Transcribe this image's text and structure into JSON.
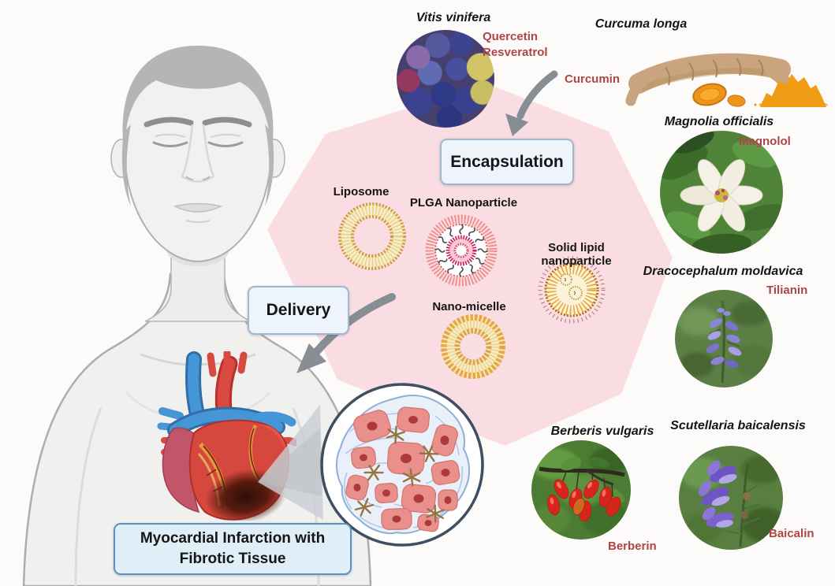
{
  "figure": {
    "process": {
      "encapsulation": "Encapsulation",
      "delivery": "Delivery",
      "outcome": "Myocardial Infarction with\nFibrotic Tissue"
    },
    "nanocarriers": [
      {
        "label": "Liposome"
      },
      {
        "label": "PLGA Nanoparticle"
      },
      {
        "label": "Solid lipid nanoparticle"
      },
      {
        "label": "Nano-micelle"
      }
    ],
    "plants": [
      {
        "species": "Vitis vinifera",
        "compound": "Quercetin\nResveratrol"
      },
      {
        "species": "Curcuma longa",
        "compound": "Curcumin"
      },
      {
        "species": "Magnolia officialis",
        "compound": "Magnolol"
      },
      {
        "species": "Dracocephalum moldavica",
        "compound": "Tilianin"
      },
      {
        "species": "Berberis vulgaris",
        "compound": "Berberin"
      },
      {
        "species": "Scutellaria baicalensis",
        "compound": "Baicalin"
      }
    ],
    "colors": {
      "polygon_pink": "#f9dde2",
      "compound_red": "#ad4545",
      "box_bg": "#eef4fb",
      "box_border": "#a3b7cb",
      "mi_box_bg": "#e0eff7",
      "mi_box_border": "#5d90bd",
      "arrow_gray": "#868d93"
    }
  }
}
